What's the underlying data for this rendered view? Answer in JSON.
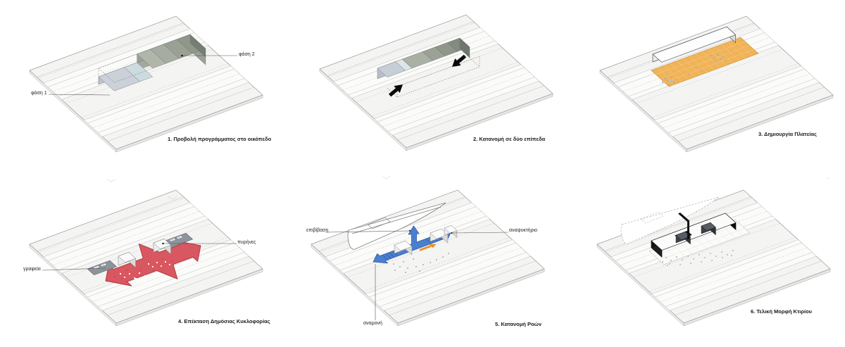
{
  "figure": {
    "panels": [
      {
        "caption": "1. Προβολή προγράμματος στο οικόπεδο",
        "callouts": {
          "phase1": "φάση 1",
          "phase2": "φάση 2"
        }
      },
      {
        "caption": "2. Κατανομή σε δύο επίπεδα",
        "callouts": {}
      },
      {
        "caption": "3. Δημιουργία Πλατείας",
        "callouts": {}
      },
      {
        "caption": "4. Επέκταση Δημόσιας Κυκλοφορίας",
        "callouts": {
          "offices": "γραφεία",
          "cores": "πυρήνες"
        }
      },
      {
        "caption": "5. Κατανομή Ροών",
        "callouts": {
          "boarding": "επιβίβαση",
          "refreshment": "αναψυκτήριο",
          "waiting": "αναμονή"
        }
      },
      {
        "caption": "6. Τελική Μορφή Κτιρίου",
        "callouts": {}
      }
    ],
    "colors": {
      "plaza_orange": "#f0b356",
      "circulation_red": "#d95760",
      "flow_blue": "#4a7fd0",
      "flow_orange": "#e8922a",
      "building_dark": "#141414",
      "background": "#ffffff"
    }
  }
}
